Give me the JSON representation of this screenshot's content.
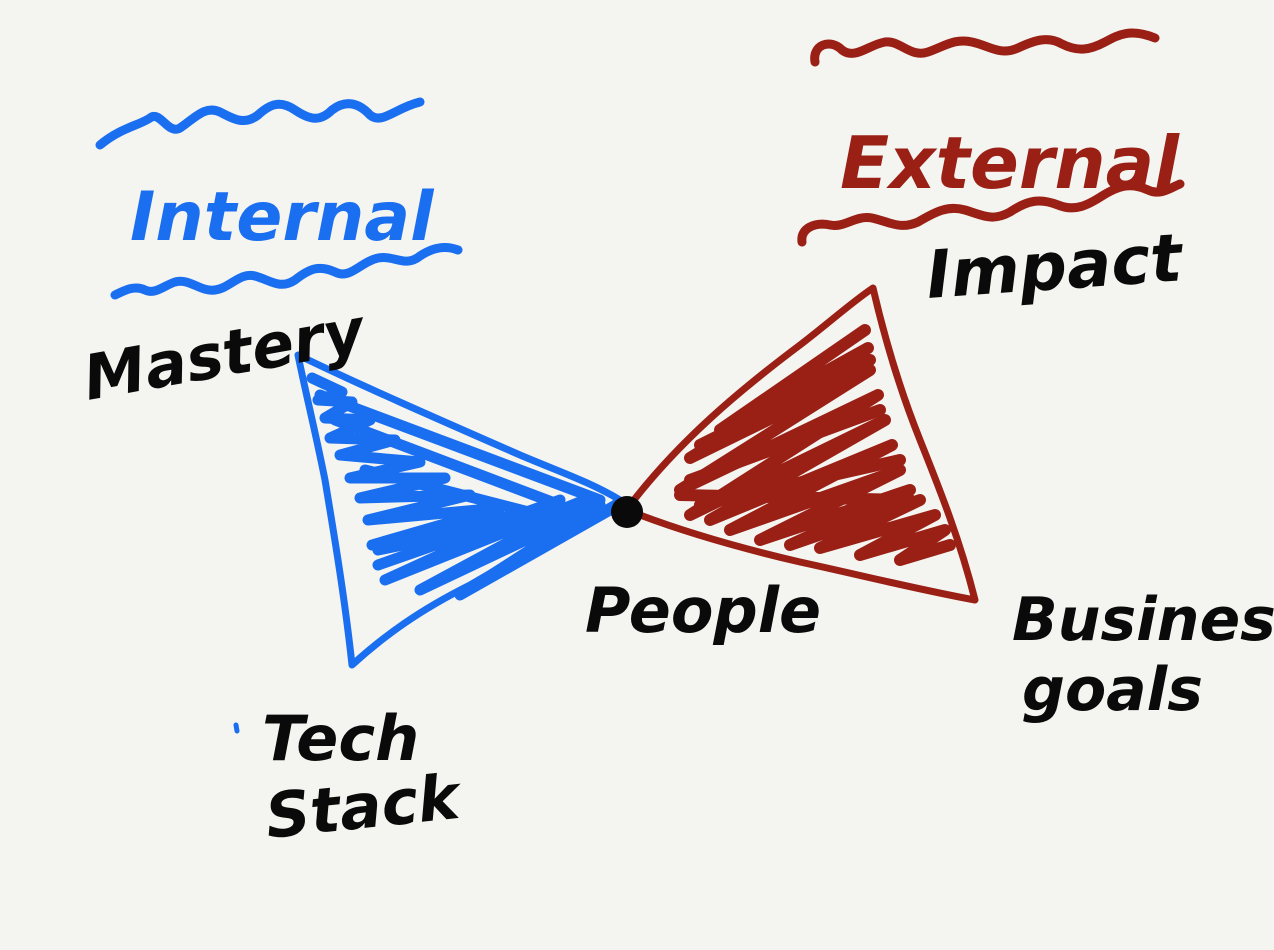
{
  "colors": {
    "background": "#f4f4f0",
    "internal": "#1a6ef0",
    "external": "#9a2016",
    "ink": "#0a0a0a"
  },
  "headings": {
    "internal": "Internal",
    "external": "External"
  },
  "nodes": {
    "mastery": "Mastery",
    "tech_stack_line1": "Tech",
    "tech_stack_line2": "Stack",
    "people": "People",
    "impact": "Impact",
    "business_goals_line1": "Business",
    "business_goals_line2": "goals"
  }
}
